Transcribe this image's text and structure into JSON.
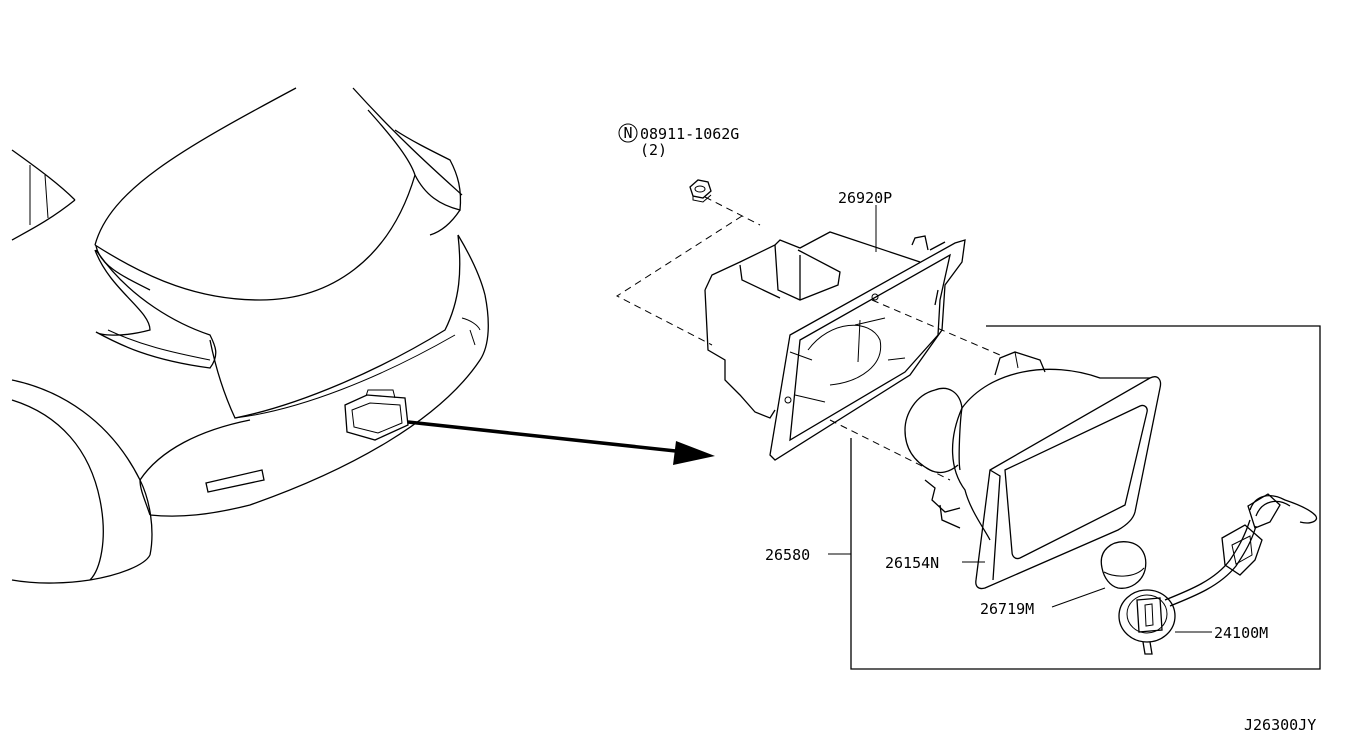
{
  "labels": {
    "nut_part": "08911-1062G",
    "nut_qty": "(2)",
    "nut_symbol": "N",
    "bracket": "26920P",
    "assembly": "26580",
    "lens": "26154N",
    "bulb": "26719M",
    "harness": "24100M",
    "figure_code": "J26300JY"
  }
}
